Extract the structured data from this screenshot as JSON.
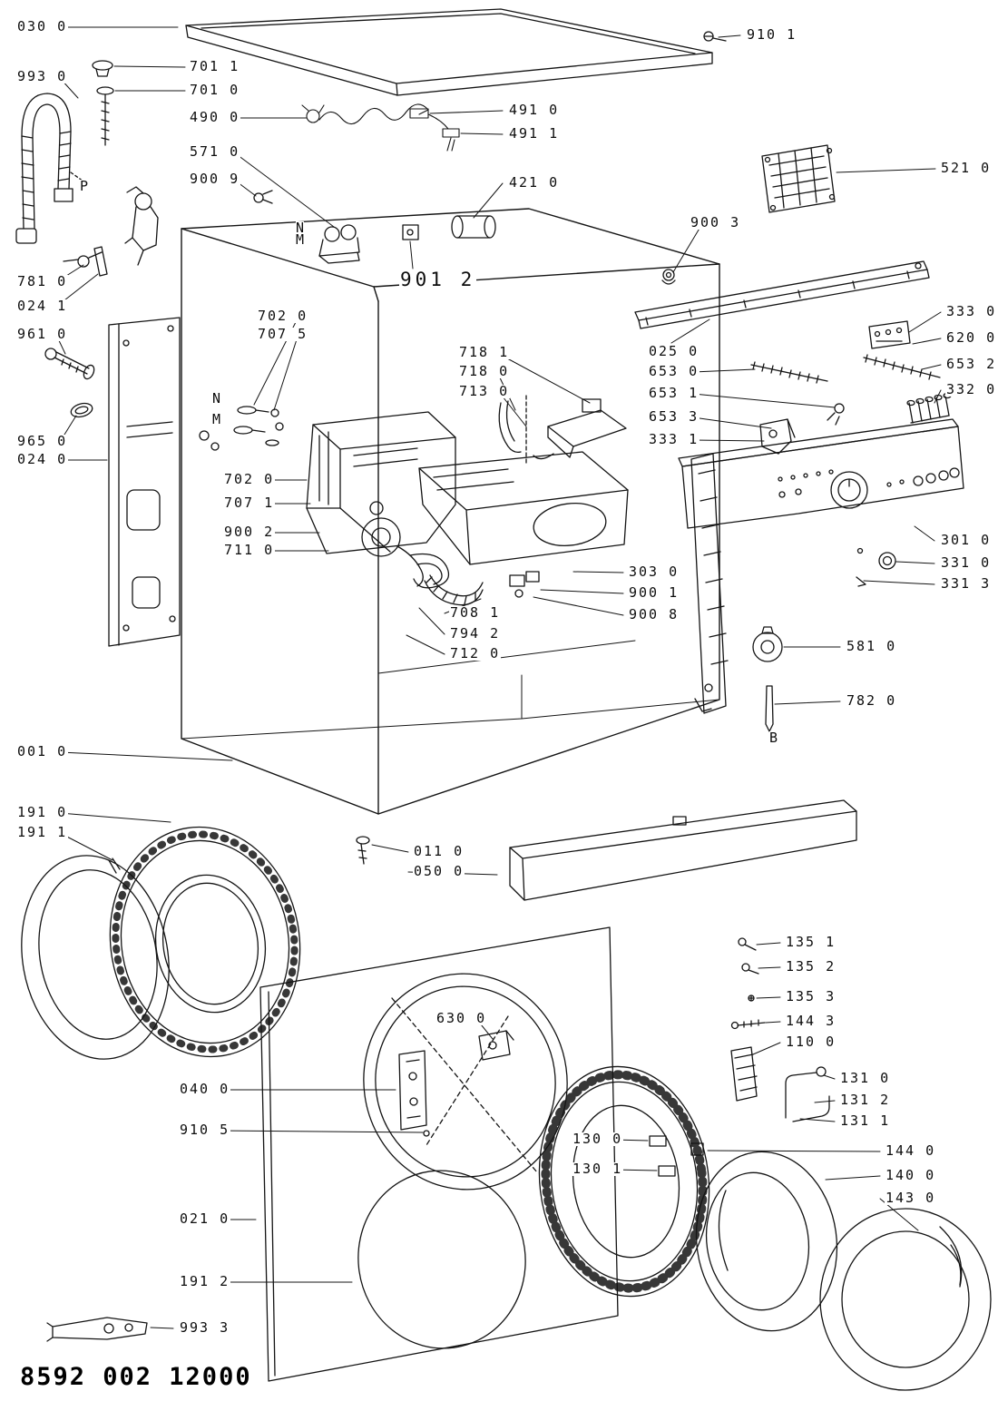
{
  "document": {
    "type": "exploded-parts-diagram",
    "subject": "washing machine service exploded view",
    "footer_code": "8592 002 12000"
  },
  "labels": [
    "030 0",
    "993 0",
    "701 1",
    "701 0",
    "490 0",
    "571 0",
    "900 9",
    "491 0",
    "491 1",
    "421 0",
    "910 1",
    "521 0",
    "900 3",
    "901 2",
    "025 0",
    "333 0",
    "620 0",
    "653 2",
    "332 0",
    "653 0",
    "653 1",
    "653 3",
    "333 1",
    "702 0",
    "707 5",
    "718 1",
    "718 0",
    "713 0",
    "781 0",
    "024 1",
    "961 0",
    "965 0",
    "024 0",
    "702 0",
    "707 1",
    "900 2",
    "711 0",
    "708 1",
    "794 2",
    "712 0",
    "303 0",
    "900 1",
    "900 8",
    "301 0",
    "331 0",
    "331 3",
    "581 0",
    "782 0",
    "001 0",
    "191 0",
    "191 1",
    "011 0",
    "050 0",
    "135 1",
    "135 2",
    "135 3",
    "144 3",
    "110 0",
    "630 0",
    "040 0",
    "910 5",
    "131 0",
    "131 2",
    "131 1",
    "130 0",
    "130 1",
    "144 0",
    "140 0",
    "143 0",
    "021 0",
    "191 2",
    "993 3"
  ],
  "letters": [
    "P",
    "N",
    "M",
    "N",
    "M",
    "B"
  ]
}
